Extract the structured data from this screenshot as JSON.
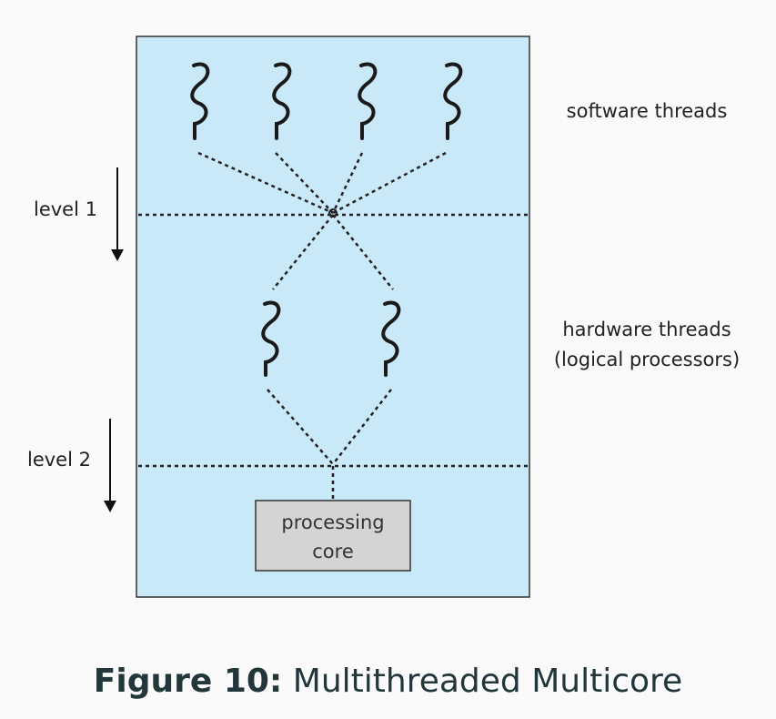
{
  "labels": {
    "software_threads": "software threads",
    "hardware_threads_line1": "hardware threads",
    "hardware_threads_line2": "(logical processors)",
    "level1": "level 1",
    "level2": "level 2",
    "core_line1": "processing",
    "core_line2": "core"
  },
  "caption": {
    "figure_label": "Figure 10:",
    "title": "Multithreaded Multicore"
  },
  "colors": {
    "panel_fill": "#c9e9f8",
    "panel_stroke": "#333333",
    "core_fill": "#d4d4d4",
    "thread_stroke": "#1a1a1a",
    "caption_text": "#23373b"
  },
  "counts": {
    "software_threads": 4,
    "hardware_threads": 2
  }
}
